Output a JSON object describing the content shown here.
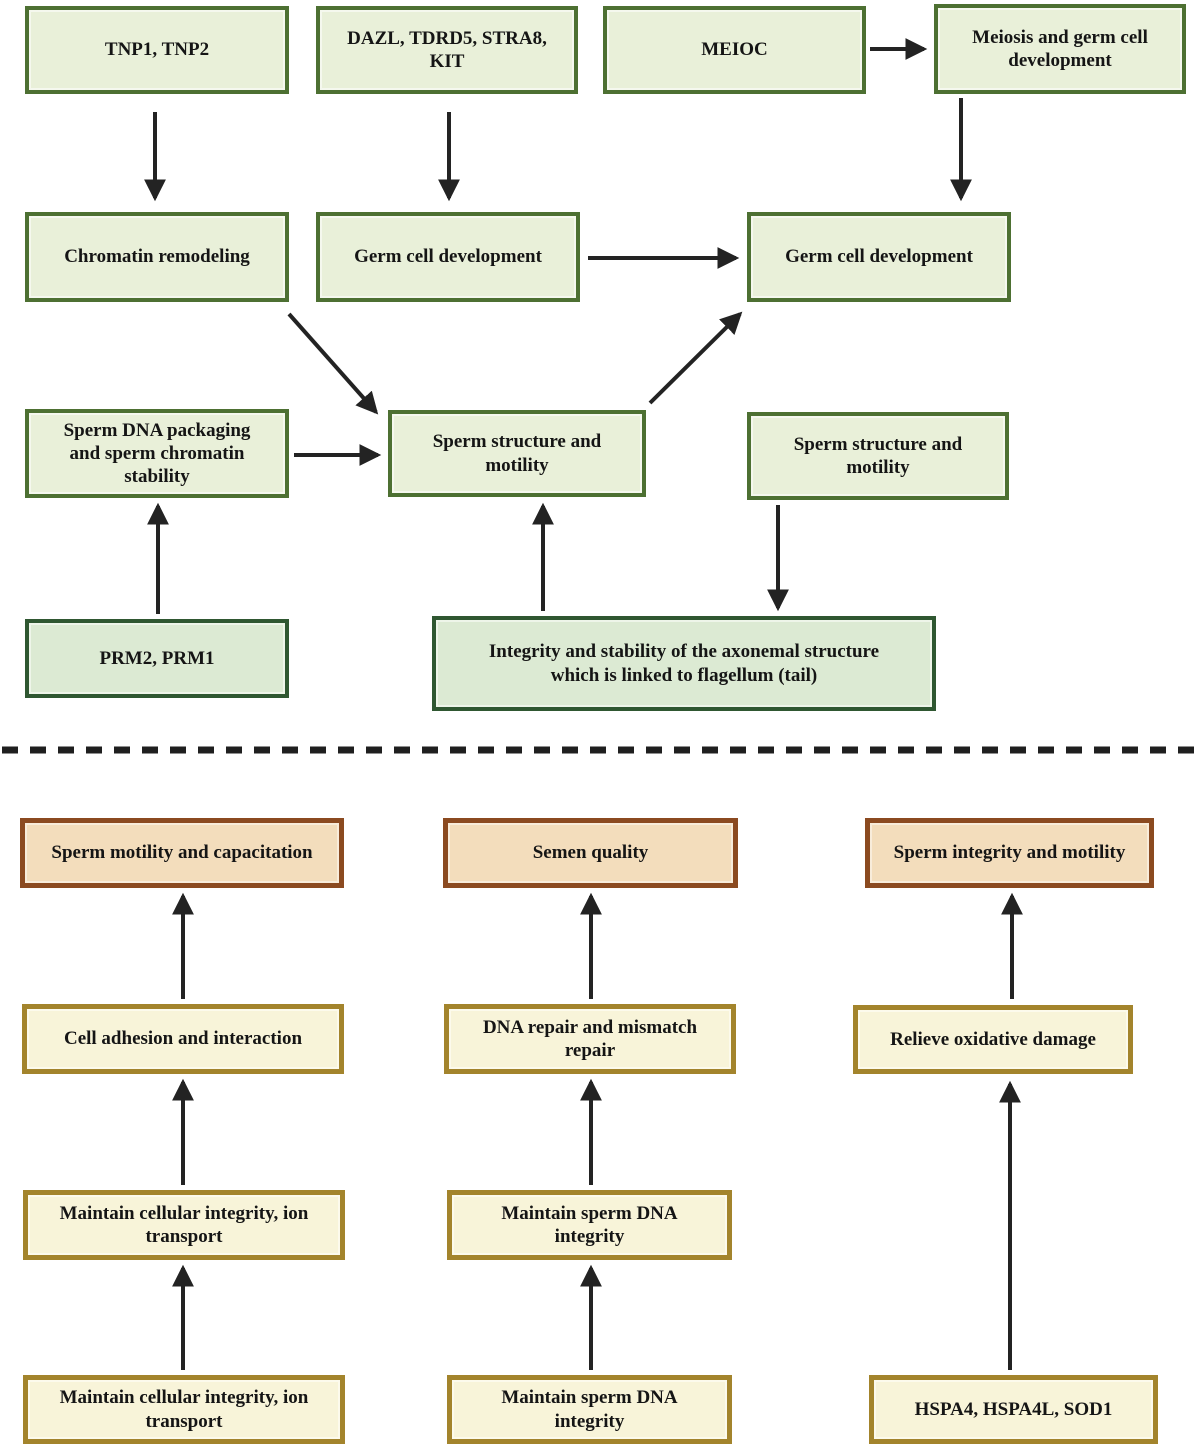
{
  "colors": {
    "green_box_fill": "#e9f0d9",
    "green_box_border": "#4d7032",
    "green_dark_box_fill": "#dcead3",
    "green_dark_box_border": "#2f5731",
    "orange_box_fill": "#f3ddbc",
    "orange_box_border": "#8b4a20",
    "yellow_box_fill": "#f8f4d9",
    "yellow_box_border": "#a3842c",
    "arrow_color": "#232323",
    "divider_color": "#1f1f1f"
  },
  "top_section": {
    "tnp": "TNP1, TNP2",
    "dazl_kit": "DAZL, TDRD5, STRA8,\nKIT",
    "meioc": "MEIOC",
    "meiosis_dev": "Meiosis and germ cell\ndevelopment",
    "chromatin": "Chromatin remodeling",
    "germ_dev_left": "Germ cell development",
    "germ_dev_right": "Germ cell development",
    "dna_packaging": "Sperm DNA packaging\nand sperm chromatin\nstability",
    "sperm_structure_mid": "Sperm structure and\nmotility",
    "sperm_structure_right": "Sperm structure and\nmotility",
    "prm": "PRM2, PRM1",
    "axoneme": "Integrity and stability of the axonemal structure\nwhich is linked to flagellum (tail)"
  },
  "bottom_section": {
    "col1": {
      "outcome": "Sperm motility and capacitation",
      "level2": "Cell adhesion and interaction",
      "level3": "Maintain cellular integrity, ion\ntransport",
      "genes": "Maintain cellular integrity, ion\ntransport"
    },
    "col2": {
      "outcome": "Semen quality",
      "level2": "DNA repair and mismatch\nrepair",
      "level3": "Maintain sperm DNA\nintegrity",
      "genes": "Maintain sperm DNA\nintegrity"
    },
    "col3": {
      "outcome": "Sperm integrity and motility",
      "level2": "Relieve oxidative damage",
      "genes": "HSPA4, HSPA4L, SOD1"
    }
  }
}
